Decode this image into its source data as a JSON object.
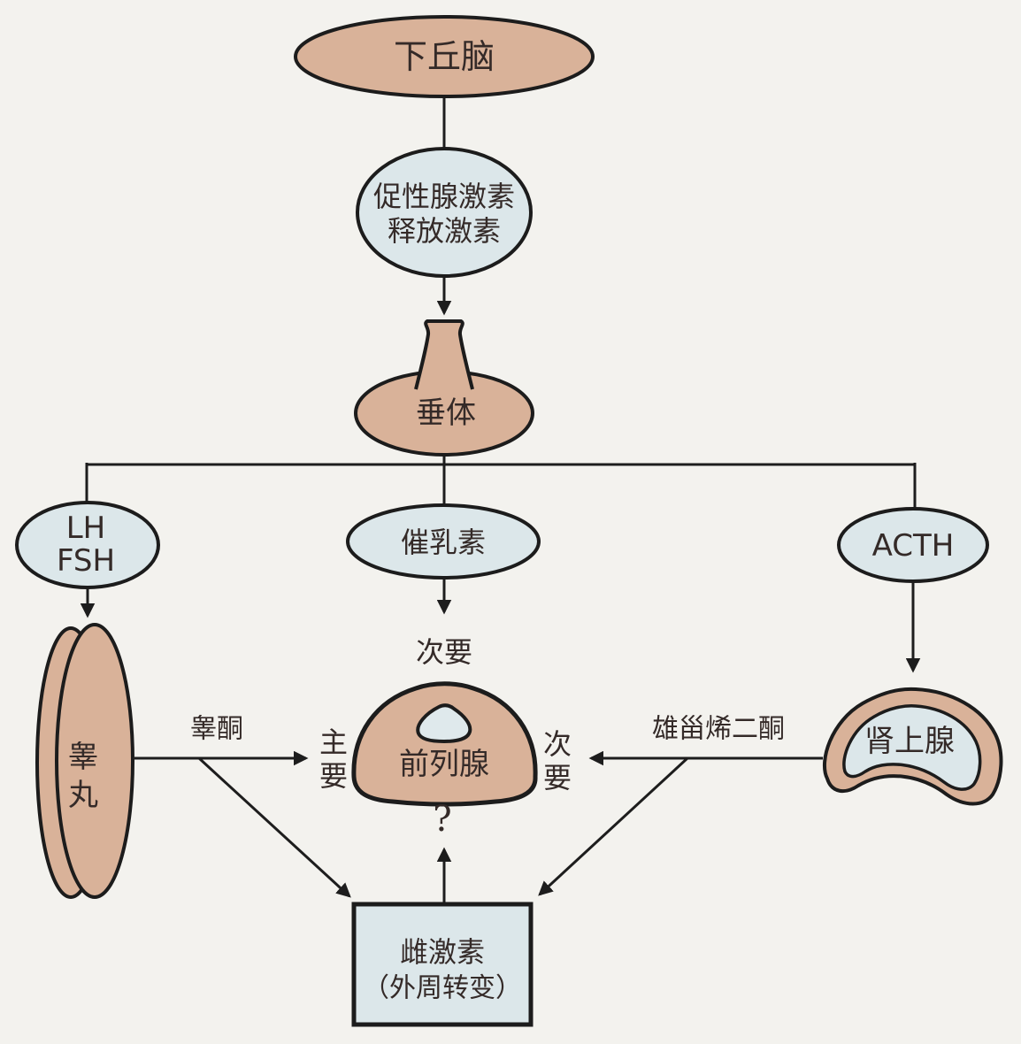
{
  "colors": {
    "background": "#f3f2ee",
    "organ_fill": "#d9b299",
    "hormone_fill": "#dce7ea",
    "prostate_hole_fill": "#dfe9ec",
    "outline": "#1c1c1c",
    "arrow": "#1d1d1d",
    "text": "#342a28"
  },
  "nodes": {
    "hypothalamus": {
      "label": "下丘脑"
    },
    "gnrh": {
      "line1": "促性腺激素",
      "line2": "释放激素"
    },
    "pituitary": {
      "label": "垂体"
    },
    "lh_fsh": {
      "line1": "LH",
      "line2": "FSH"
    },
    "prolactin": {
      "label": "催乳素"
    },
    "acth": {
      "label": "ACTH"
    },
    "testis": {
      "char1": "睾",
      "char2": "丸"
    },
    "prostate": {
      "label": "前列腺"
    },
    "adrenal": {
      "label": "肾上腺"
    },
    "estrogen": {
      "line1": "雌激素",
      "line2": "（外周转变）"
    }
  },
  "labels": {
    "testosterone": "睾酮",
    "androstenedione": "雄甾烯二酮",
    "primary": {
      "char1": "主",
      "char2": "要"
    },
    "secondary_below_prolactin": "次要",
    "secondary_right": {
      "char1": "次",
      "char2": "要"
    },
    "question": "?"
  }
}
